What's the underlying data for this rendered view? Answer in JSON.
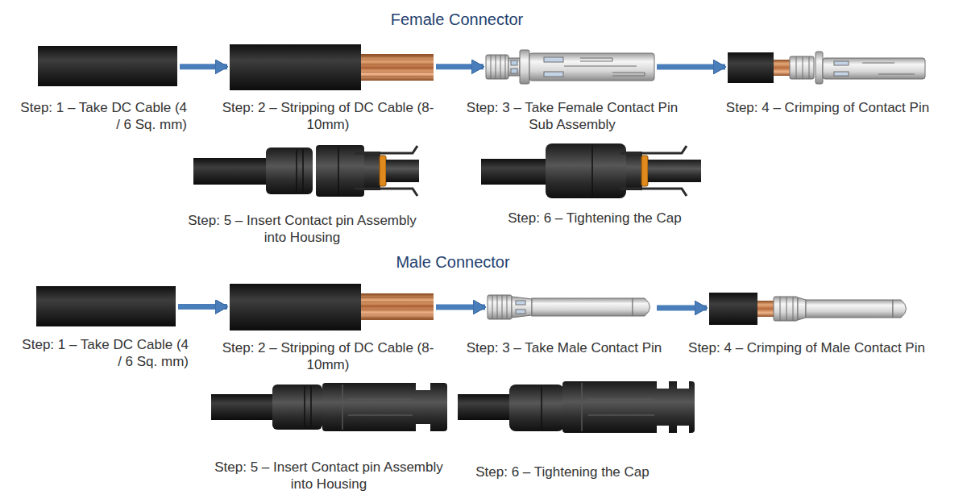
{
  "diagram": {
    "nodes": [
      {
        "text": [
          "Step: 1 – Take DC Cable (4 / 6 Sq. mm)"
        ]
      },
      {
        "text": [
          "Step: 2 – Stripping of DC Cable (8-10mm)"
        ]
      },
      {
        "text": [
          "Step: 3 – Take Female Contact Pin Sub Assembly"
        ]
      },
      {
        "text": [
          "Step: 4 – Crimping of Contact Pin"
        ]
      },
      {
        "text": [
          "Step: 5 – Insert Contact pin Assembly into Housing"
        ]
      },
      {
        "text": [
          "Step: 6 – Tightening the Cap"
        ]
      },
      {
        "text": [
          "Step: 1 – Take DC Cable (4 / 6 Sq. mm)"
        ]
      },
      {
        "text": [
          "Step: 2 – Stripping of DC Cable (8-10mm)"
        ]
      },
      {
        "text": [
          "Step: 3 – Take Male Contact Pin"
        ]
      },
      {
        "text": [
          "Step: 4 – Crimping of Male Contact Pin"
        ]
      },
      {
        "text": [
          "Step: 5 – Insert Contact pin Assembly into Housing"
        ]
      },
      {
        "text": [
          "Step: 6 – Tightening the Cap"
        ]
      }
    ],
    "edges": [
      {
        "from": 0,
        "to": 1,
        "arrow": "to"
      },
      {
        "from": 1,
        "to": 2,
        "arrow": "to"
      },
      {
        "from": 2,
        "to": 3,
        "arrow": "to"
      },
      {
        "from": 6,
        "to": 7,
        "arrow": "to"
      },
      {
        "from": 7,
        "to": 8,
        "arrow": "to"
      },
      {
        "from": 8,
        "to": 9,
        "arrow": "to"
      }
    ],
    "labels": [
      "Female Connector",
      "Male Connector"
    ]
  }
}
